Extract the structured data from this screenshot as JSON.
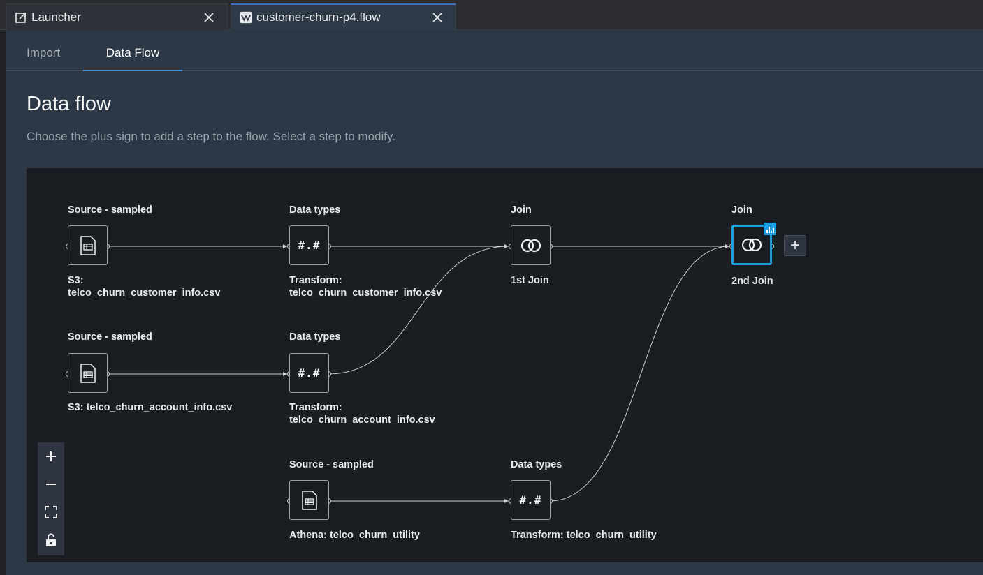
{
  "tabs": [
    {
      "label": "Launcher",
      "icon": "external-link-icon"
    },
    {
      "label": "customer-churn-p4.flow",
      "icon": "flow-icon"
    }
  ],
  "subtabs": [
    {
      "label": "Import"
    },
    {
      "label": "Data Flow",
      "active": true
    }
  ],
  "page": {
    "title": "Data flow",
    "description": "Choose the plus sign to add a step to the flow. Select a step to modify."
  },
  "nodes": {
    "src1": {
      "type": "Source - sampled",
      "name": "S3:\ntelco_churn_customer_info.csv",
      "icon": "file-table-icon"
    },
    "dt1": {
      "type": "Data types",
      "name": "Transform:\ntelco_churn_customer_info.csv",
      "glyph": "#.#"
    },
    "join1": {
      "type": "Join",
      "name": "1st Join",
      "icon": "join-icon"
    },
    "join2": {
      "type": "Join",
      "name": "2nd Join",
      "icon": "join-icon",
      "selected": true
    },
    "src2": {
      "type": "Source - sampled",
      "name": "S3: telco_churn_account_info.csv",
      "icon": "file-table-icon"
    },
    "dt2": {
      "type": "Data types",
      "name": "Transform:\ntelco_churn_account_info.csv",
      "glyph": "#.#"
    },
    "src3": {
      "type": "Source - sampled",
      "name": "Athena: telco_churn_utility",
      "icon": "file-table-icon"
    },
    "dt3": {
      "type": "Data types",
      "name": "Transform: telco_churn_utility",
      "glyph": "#.#"
    }
  },
  "add_step": {
    "label": "+"
  },
  "zoom_controls": [
    "zoom-in",
    "zoom-out",
    "fit-view",
    "lock"
  ],
  "colors": {
    "accent": "#1a9fe0",
    "tab_accent": "#3b8fd9",
    "canvas": "#1a1d22",
    "panel": "#2d3846"
  }
}
